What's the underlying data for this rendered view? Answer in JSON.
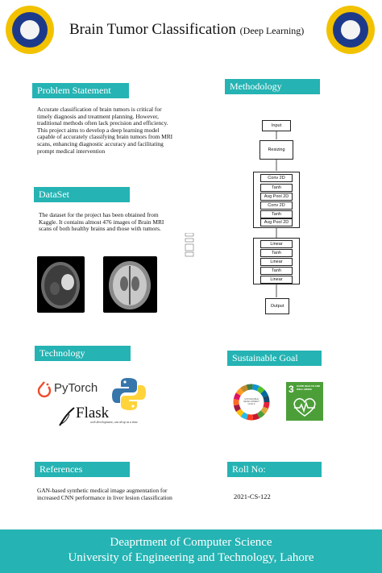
{
  "header": {
    "title": "Brain Tumor Classification",
    "subtitle": "(Deep Learning)",
    "left_logo": "university-seal",
    "right_logo": "department-seal"
  },
  "problem": {
    "heading": "Problem Statement",
    "text": "Accurate classification of brain tumors is critical for timely diagnosis and treatment planning. However, traditional methods often lack precision and efficiency. This project aims to develop a deep learning model capable of accurately classifying brain tumors from MRI scans, enhancing diagnostic accuracy and facilitating prompt medical intervention"
  },
  "dataset": {
    "heading": "DataSet",
    "text": "The dataset for the project has been obtained from Kaggle. It contains almost 476 images of Brain MRI scans of both healthy brains and those with tumors."
  },
  "methodology": {
    "heading": "Methodology",
    "steps": {
      "input": "Input",
      "resizing": "Resizing",
      "conv1": "Conv 2D",
      "tanh1": "Tanh",
      "pool1": "Avg Pool 2D",
      "conv2": "Conv 2D",
      "tanh2": "Tanh",
      "pool2": "Avg Pool 2D",
      "linear1": "Linear",
      "tanh3": "Tanh",
      "linear2": "Linear",
      "tanh4": "Tanh",
      "linear3": "Linear",
      "output": "Output"
    }
  },
  "technology": {
    "heading": "Technology",
    "pytorch": "PyTorch",
    "flask": "Flask",
    "flask_tagline": "web development, one drop at a time"
  },
  "sustainable": {
    "heading": "Sustainable Goal",
    "sdg_number": "3",
    "sdg_text": "GOOD HEALTH AND WELL-BEING",
    "sdg_wheel_text": "SUSTAINABLE DEVELOPMENT GOALS"
  },
  "references": {
    "heading": "References",
    "text": "GAN-based synthetic medical image augmentation for increased CNN performance in liver lesion classification"
  },
  "roll": {
    "heading": "Roll No:",
    "value": "2021-CS-122"
  },
  "footer": {
    "line1": "Deaprtment of Computer Science",
    "line2": "University of Engineering and Technology, Lahore"
  },
  "colors": {
    "accent": "#25b3b3",
    "logo_gold": "#f2c200",
    "logo_blue": "#1d3a8a",
    "sdg_green": "#4c9f38"
  }
}
